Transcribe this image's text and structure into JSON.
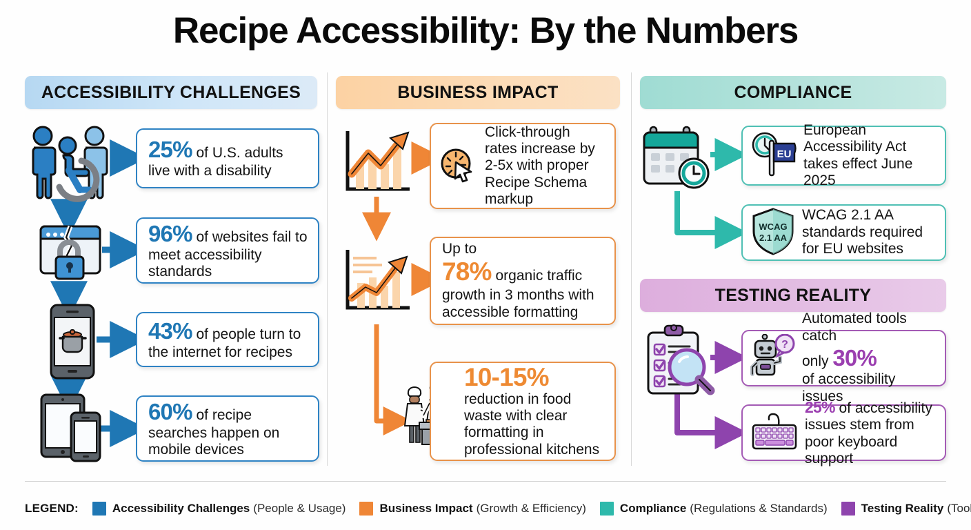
{
  "title": "Recipe Accessibility: By the Numbers",
  "sections": {
    "challenges": {
      "header": "ACCESSIBILITY CHALLENGES",
      "accent": "#1f77b4",
      "items": [
        {
          "icon": "people-disability-icon",
          "stat": "25%",
          "text": " of U.S. adults live with a disability"
        },
        {
          "icon": "browser-lock-icon",
          "stat": "96%",
          "text": " of websites fail to meet accessibility standards"
        },
        {
          "icon": "phone-cooking-pot-icon",
          "stat": "43%",
          "text": " of people turn to the internet for recipes"
        },
        {
          "icon": "tablet-phone-icon",
          "stat": "60%",
          "text": " of recipe searches happen on mobile devices"
        }
      ]
    },
    "business": {
      "header": "BUSINESS IMPACT",
      "accent": "#ee8a33",
      "items": [
        {
          "icon": "growth-chart-icon",
          "inner_icon": "click-cursor-icon",
          "prefix": "",
          "stat": "",
          "text": "Click-through rates increase by 2-5x with proper Recipe Schema markup"
        },
        {
          "icon": "traffic-chart-icon",
          "prefix": "Up to",
          "stat": "78%",
          "text": " organic traffic growth in 3 months with accessible formatting"
        },
        {
          "icon": "chefs-kitchen-icon",
          "prefix": "",
          "stat": "10-15%",
          "text": "reduction in food waste with clear formatting in professional kitchens"
        }
      ]
    },
    "compliance": {
      "header": "COMPLIANCE",
      "accent": "#2eb9ab",
      "items": [
        {
          "icon": "eu-flag-clock-icon",
          "text": "European Accessibility Act takes effect June 2025"
        },
        {
          "icon": "wcag-shield-icon",
          "shield_line1": "WCAG",
          "shield_line2": "2.1 AA",
          "text": "WCAG 2.1 AA standards required for EU websites"
        }
      ],
      "side_icon": "calendar-clock-icon"
    },
    "testing": {
      "header": "TESTING REALITY",
      "accent": "#8e44ad",
      "items": [
        {
          "icon": "robot-question-icon",
          "pre": "Automated tools catch",
          "mid_prefix": "only ",
          "stat": "30%",
          "post": "of accessibility issues"
        },
        {
          "icon": "keyboard-icon",
          "stat": "25%",
          "text": " of accessibility issues stem from poor keyboard support"
        }
      ],
      "side_icon": "clipboard-magnifier-icon"
    }
  },
  "legend": {
    "label": "LEGEND:",
    "entries": [
      {
        "color": "#1f77b4",
        "name": "Accessibility Challenges",
        "sub": "(People & Usage)"
      },
      {
        "color": "#ef8636",
        "name": "Business Impact",
        "sub": "(Growth & Efficiency)"
      },
      {
        "color": "#2eb9ab",
        "name": "Compliance",
        "sub": "(Regulations & Standards)"
      },
      {
        "color": "#8e44ad",
        "name": "Testing Reality",
        "sub": "(Tools & Issues)"
      }
    ]
  }
}
